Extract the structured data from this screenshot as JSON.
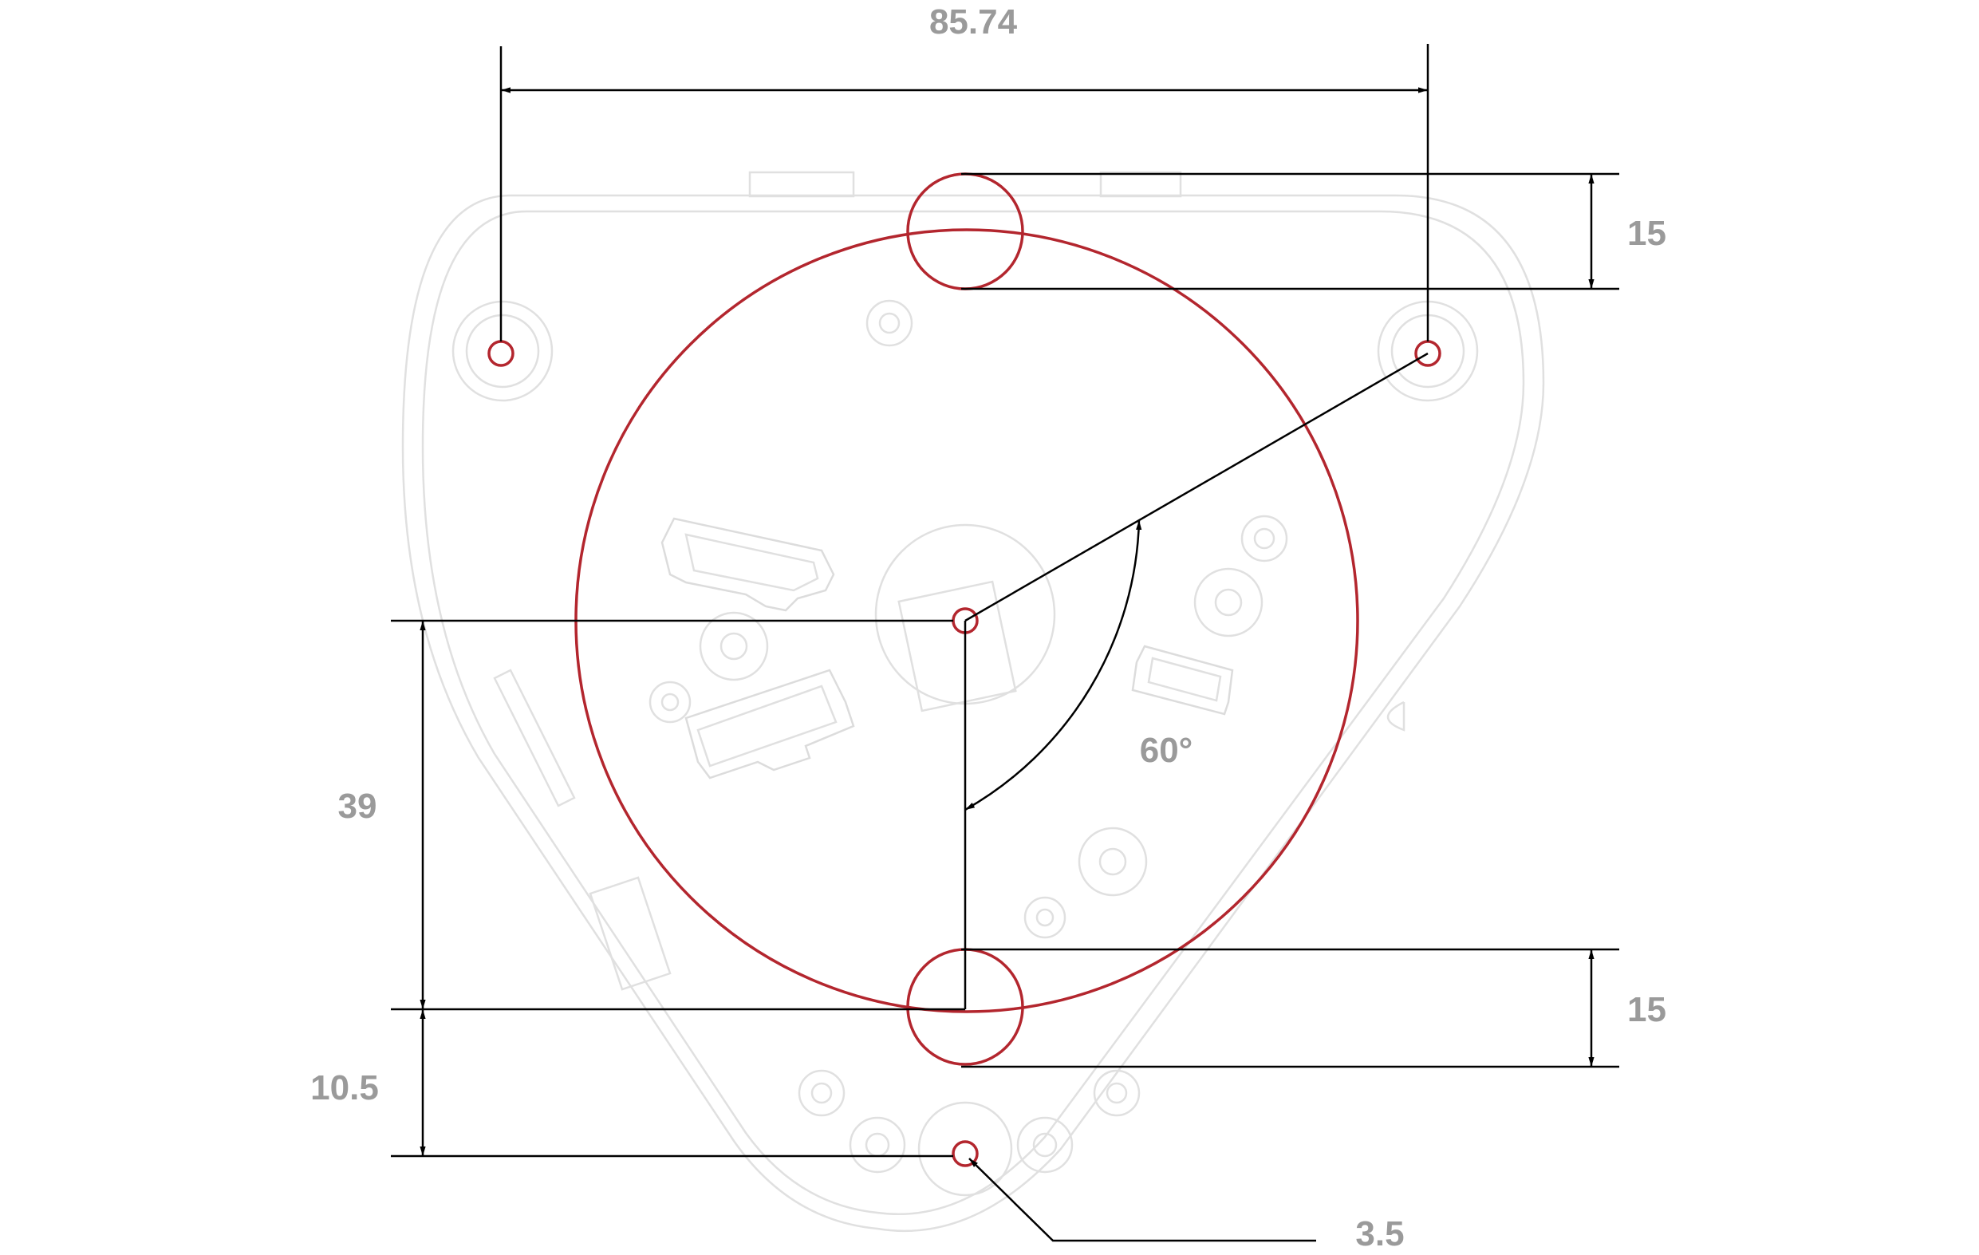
{
  "colors": {
    "highlight": "#b3262e",
    "dimension": "#000000",
    "label": "#9a9a9a",
    "outline": "#e0e0e0"
  },
  "dimensions": {
    "top_span": "85.74",
    "top_circle": "15",
    "angle": "60°",
    "height": "39",
    "bottom_circle": "15",
    "bottom_offset": "10.5",
    "hole": "3.5"
  }
}
